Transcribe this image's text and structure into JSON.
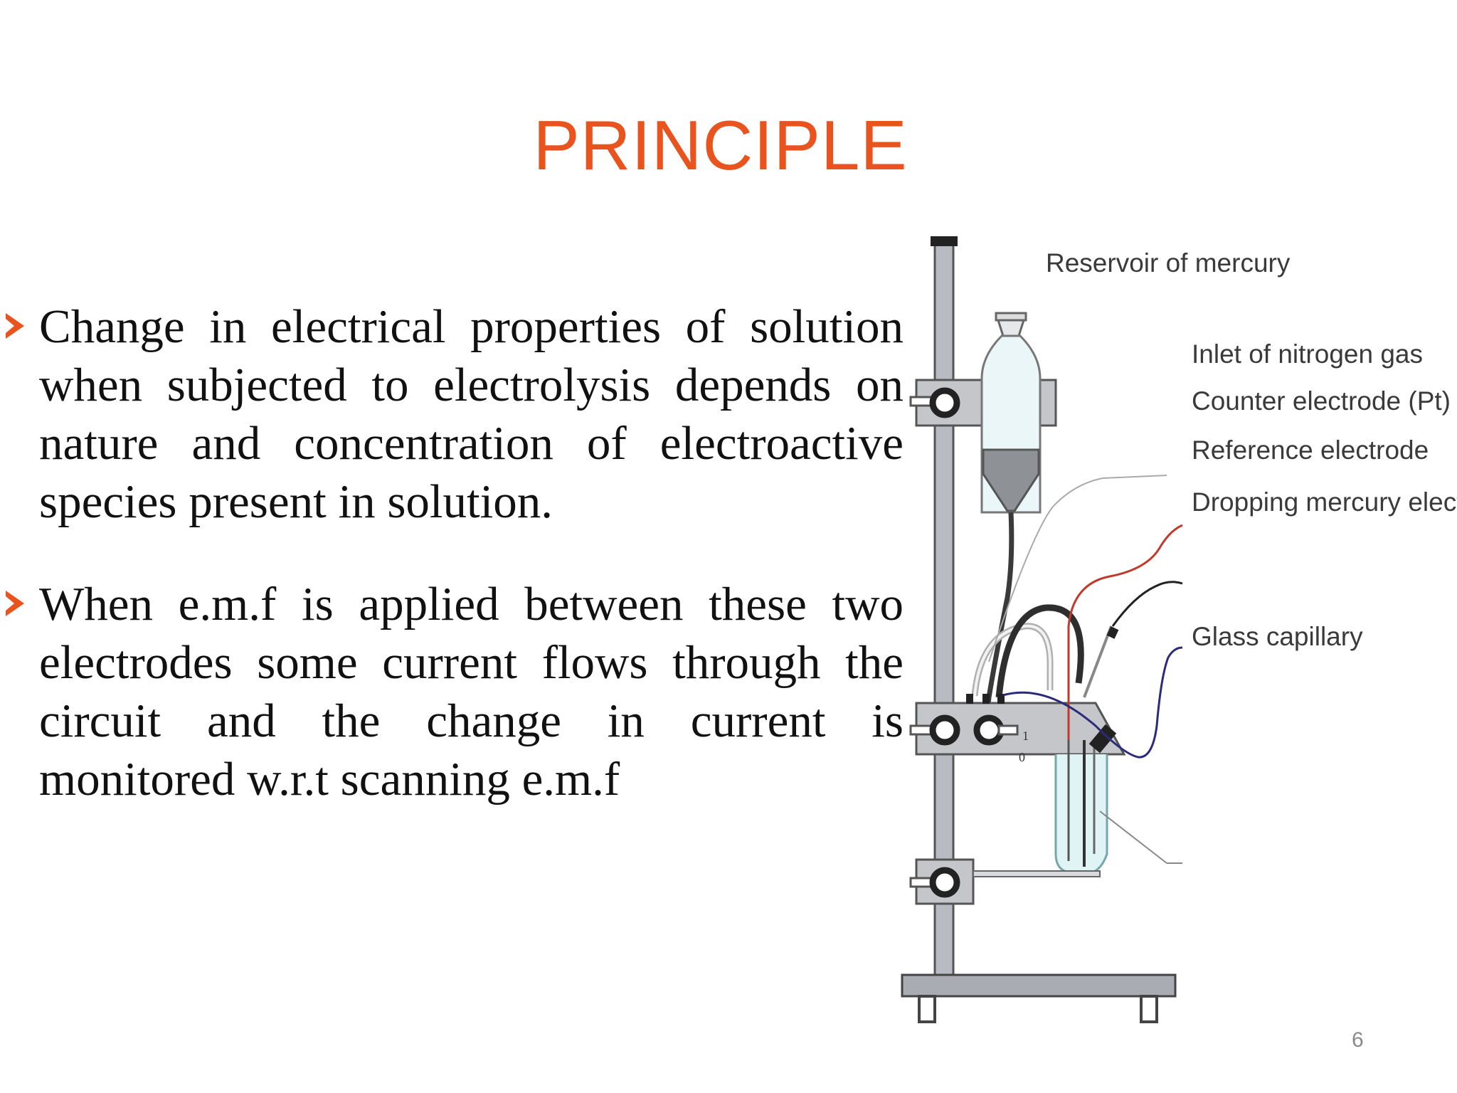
{
  "slide": {
    "title": "PRINCIPLE",
    "page_number": "6"
  },
  "bullets": [
    {
      "text": "Change in electrical properties of solution when subjected to electrolysis depends on nature and concentration of electroactive species present in solution."
    },
    {
      "text": "When e.m.f is applied between these two electrodes some current flows through the circuit and the change in current is monitored w.r.t scanning e.m.f"
    }
  ],
  "diagram": {
    "labels": {
      "reservoir": "Reservoir of mercury",
      "nitrogen": "Inlet of nitrogen gas",
      "counter": "Counter electrode (Pt)",
      "reference": "Reference electrode",
      "dropping": "Dropping mercury electrode",
      "capillary": "Glass capillary"
    },
    "switch_labels": {
      "on": "1",
      "off": "0"
    },
    "colors": {
      "counter_wire": "#c0392b",
      "reference_wire": "#222222",
      "dropping_wire": "#2b2b7a"
    }
  }
}
